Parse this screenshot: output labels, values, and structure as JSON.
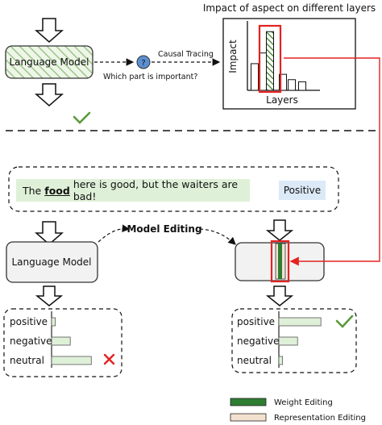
{
  "top": {
    "language_model_label": "Language Model",
    "causal_tracing_label": "Causal Tracing",
    "question_label": "Which part is important?",
    "question_icon": "question-mark-icon",
    "check_icon": "check-icon"
  },
  "chart": {
    "title": "Impact of aspect on different layers",
    "xlabel": "Layers",
    "ylabel": "Impact"
  },
  "chart_data": {
    "type": "bar",
    "title": "Impact of aspect on different layers",
    "xlabel": "Layers",
    "ylabel": "Impact",
    "categories": [
      "",
      "",
      "",
      "",
      "",
      ""
    ],
    "values": [
      2.5,
      3.5,
      5.5,
      1.5,
      1.0,
      0.8
    ],
    "highlight_index": 2,
    "ylim": [
      0,
      6.5
    ],
    "grid": false
  },
  "bottom": {
    "sentence_prefix": "The",
    "sentence_food": "food",
    "sentence_suffix": "here is good, but the waiters are bad!",
    "sentiment_label": "Positive",
    "left_model_label": "Language Model",
    "model_editing_label": "Model Editing"
  },
  "left_bars": {
    "labels": [
      "positive",
      "negative",
      "neutral"
    ],
    "values": [
      0.08,
      0.4,
      0.85
    ],
    "mark": "cross-icon"
  },
  "right_bars": {
    "labels": [
      "positive",
      "negative",
      "neutral"
    ],
    "values": [
      0.9,
      0.4,
      0.08
    ],
    "mark": "check-icon"
  },
  "legend": {
    "items": [
      {
        "label": "Weight Editing",
        "color": "#2e7d32"
      },
      {
        "label": "Representation Editing",
        "color": "#f3e1cf"
      }
    ]
  },
  "colors": {
    "green_hatch": "#6aa84f",
    "light_green": "#dff0d8",
    "red": "#e32222",
    "gray_box": "#f2f2f2",
    "blue_sentiment": "#dce9f7"
  }
}
